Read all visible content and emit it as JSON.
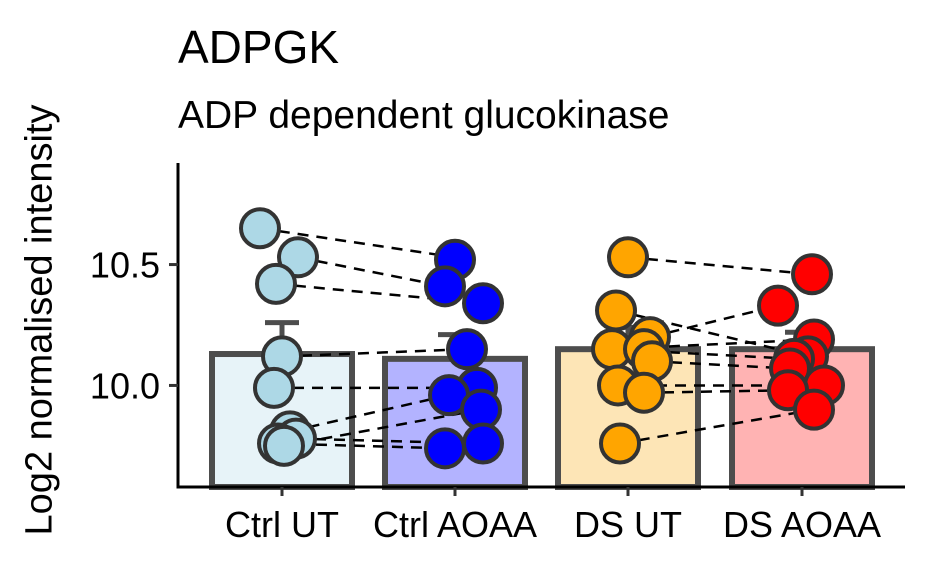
{
  "chart_data": {
    "type": "bar",
    "title": "ADPGK",
    "subtitle": "ADP dependent glucokinase",
    "ylabel": "Log2 normalised intensity",
    "xlabel": "",
    "ylim": [
      9.58,
      10.92
    ],
    "yticks": [
      10.0,
      10.5
    ],
    "ytick_labels": [
      "10.0",
      "10.5"
    ],
    "categories": [
      "Ctrl UT",
      "Ctrl AOAA",
      "DS UT",
      "DS AOAA"
    ],
    "bar_values": [
      10.13,
      10.11,
      10.15,
      10.15
    ],
    "error_upper": [
      10.26,
      10.21,
      10.24,
      10.22
    ],
    "bar_fill_colors": [
      "#e7f3f8",
      "#b3b3ff",
      "#fde5b6",
      "#ffb3b3"
    ],
    "point_colors": [
      "#add8e6",
      "#0000ff",
      "#ffa500",
      "#ff0000"
    ],
    "bar_outline_color": "#4d4d4d",
    "points": [
      [
        10.65,
        10.53,
        10.42,
        10.12,
        9.99,
        9.81,
        9.78,
        9.76,
        9.75
      ],
      [
        10.52,
        10.41,
        10.34,
        10.15,
        9.99,
        9.96,
        9.9,
        9.76,
        9.74
      ],
      [
        10.53,
        10.31,
        10.2,
        10.15,
        10.15,
        10.1,
        10.0,
        9.97,
        9.76
      ],
      [
        10.46,
        10.33,
        10.19,
        10.12,
        10.11,
        10.07,
        10.0,
        9.98,
        9.9
      ]
    ],
    "pairs": [
      [
        10.65,
        10.53
      ],
      [
        10.53,
        10.41
      ],
      [
        10.42,
        10.34
      ],
      [
        10.12,
        10.15
      ],
      [
        9.99,
        9.99
      ],
      [
        9.81,
        9.96
      ],
      [
        9.78,
        9.76
      ],
      [
        9.76,
        9.74
      ],
      [
        9.75,
        9.9
      ],
      [
        10.53,
        10.46
      ],
      [
        10.31,
        10.12
      ],
      [
        10.2,
        10.33
      ],
      [
        10.15,
        10.19
      ],
      [
        10.15,
        10.11
      ],
      [
        10.1,
        10.07
      ],
      [
        10.0,
        10.0
      ],
      [
        9.97,
        9.98
      ],
      [
        9.76,
        9.9
      ]
    ]
  }
}
